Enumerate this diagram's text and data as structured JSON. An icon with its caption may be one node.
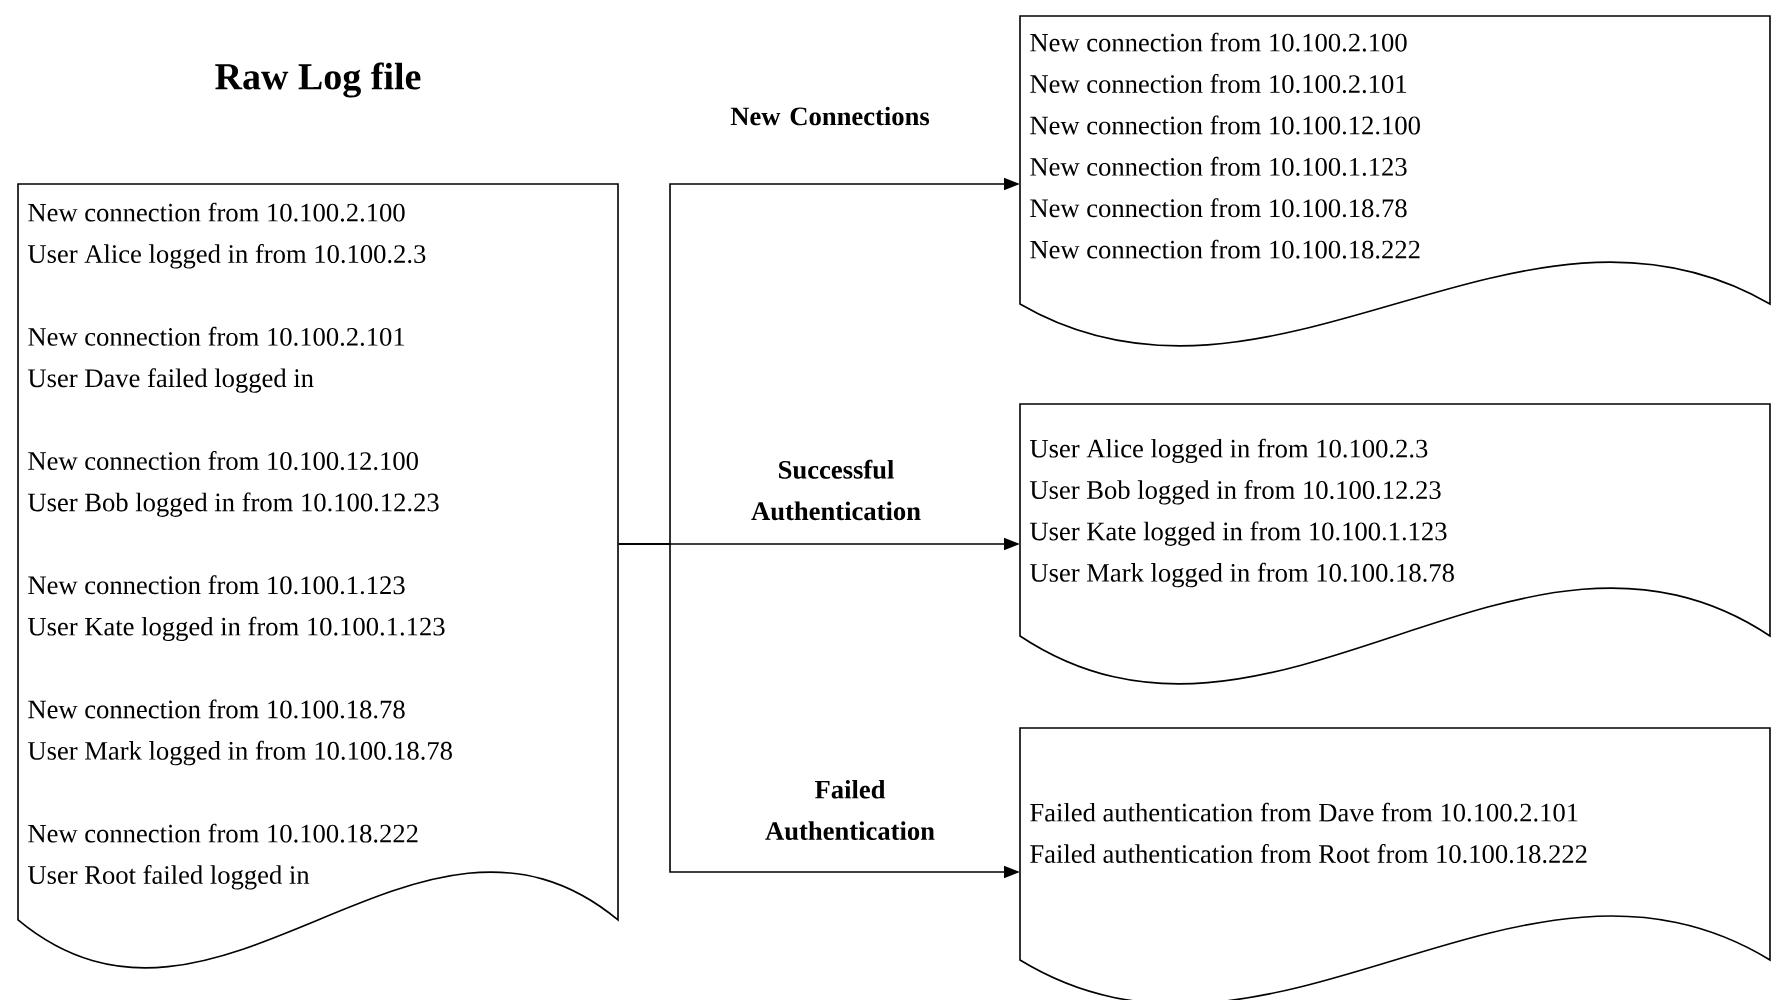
{
  "diagram": {
    "title": "Raw Log file",
    "nodes": [
      {
        "text": [
          "New connection from 10.100.2.100",
          "User Alice logged in from 10.100.2.3",
          "New connection from 10.100.2.101",
          "User Dave failed logged in",
          "New connection from 10.100.12.100",
          "User Bob logged in from 10.100.12.23",
          "New connection from 10.100.1.123",
          "User Kate logged in from 10.100.1.123",
          "New connection from 10.100.18.78",
          "User Mark logged in from 10.100.18.78",
          "New connection from 10.100.18.222",
          "User Root failed logged in"
        ]
      },
      {
        "text": [
          "New connection from 10.100.2.100",
          "New connection from 10.100.2.101",
          "New connection from 10.100.12.100",
          "New connection from 10.100.1.123",
          "New connection from 10.100.18.78",
          "New connection from 10.100.18.222"
        ]
      },
      {
        "text": [
          "User Alice logged in from 10.100.2.3",
          "User Bob logged in from 10.100.12.23",
          "User Kate logged in from 10.100.1.123",
          "User Mark logged in from 10.100.18.78"
        ]
      },
      {
        "text": [
          "Failed authentication from Dave from  10.100.2.101",
          "Failed authentication from Root from 10.100.18.222"
        ]
      }
    ],
    "edges": [
      {
        "from": 0,
        "to": 1,
        "arrow": "to",
        "label": "New Connections"
      },
      {
        "from": 0,
        "to": 2,
        "arrow": "to",
        "label": "Successful Authentication"
      },
      {
        "from": 0,
        "to": 3,
        "arrow": "to",
        "label": "Failed Authentication"
      }
    ]
  }
}
